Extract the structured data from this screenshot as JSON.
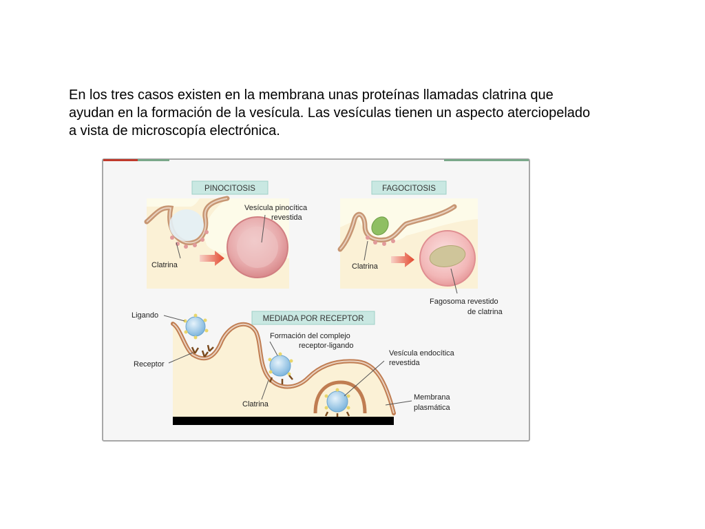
{
  "intro": {
    "line1": "En los tres casos existen en la membrana unas proteínas llamadas clatrina que",
    "line2": "ayudan en la formación de la vesícula. Las vesículas tienen un aspecto aterciopelado",
    "line3": "a vista de microscopía electrónica."
  },
  "figure": {
    "pinocitosis": {
      "title": "PINOCITOSIS",
      "vesicle_label_1": "Vesícula pinocítica",
      "vesicle_label_2": "revestida",
      "clathrin_label": "Clatrina"
    },
    "fagocitosis": {
      "title": "FAGOCITOSIS",
      "clathrin_label": "Clatrina",
      "phagosome_label_1": "Fagosoma revestido",
      "phagosome_label_2": "de clatrina"
    },
    "receptor": {
      "title": "MEDIADA POR RECEPTOR",
      "ligand_label": "Ligando",
      "receptor_label": "Receptor",
      "complex_label_1": "Formación del complejo",
      "complex_label_2": "receptor-ligando",
      "vesicle_label_1": "Vesícula endocítica",
      "vesicle_label_2": "revestida",
      "clathrin_label": "Clatrina",
      "membrane_label_1": "Membrana",
      "membrane_label_2": "plasmática"
    }
  }
}
